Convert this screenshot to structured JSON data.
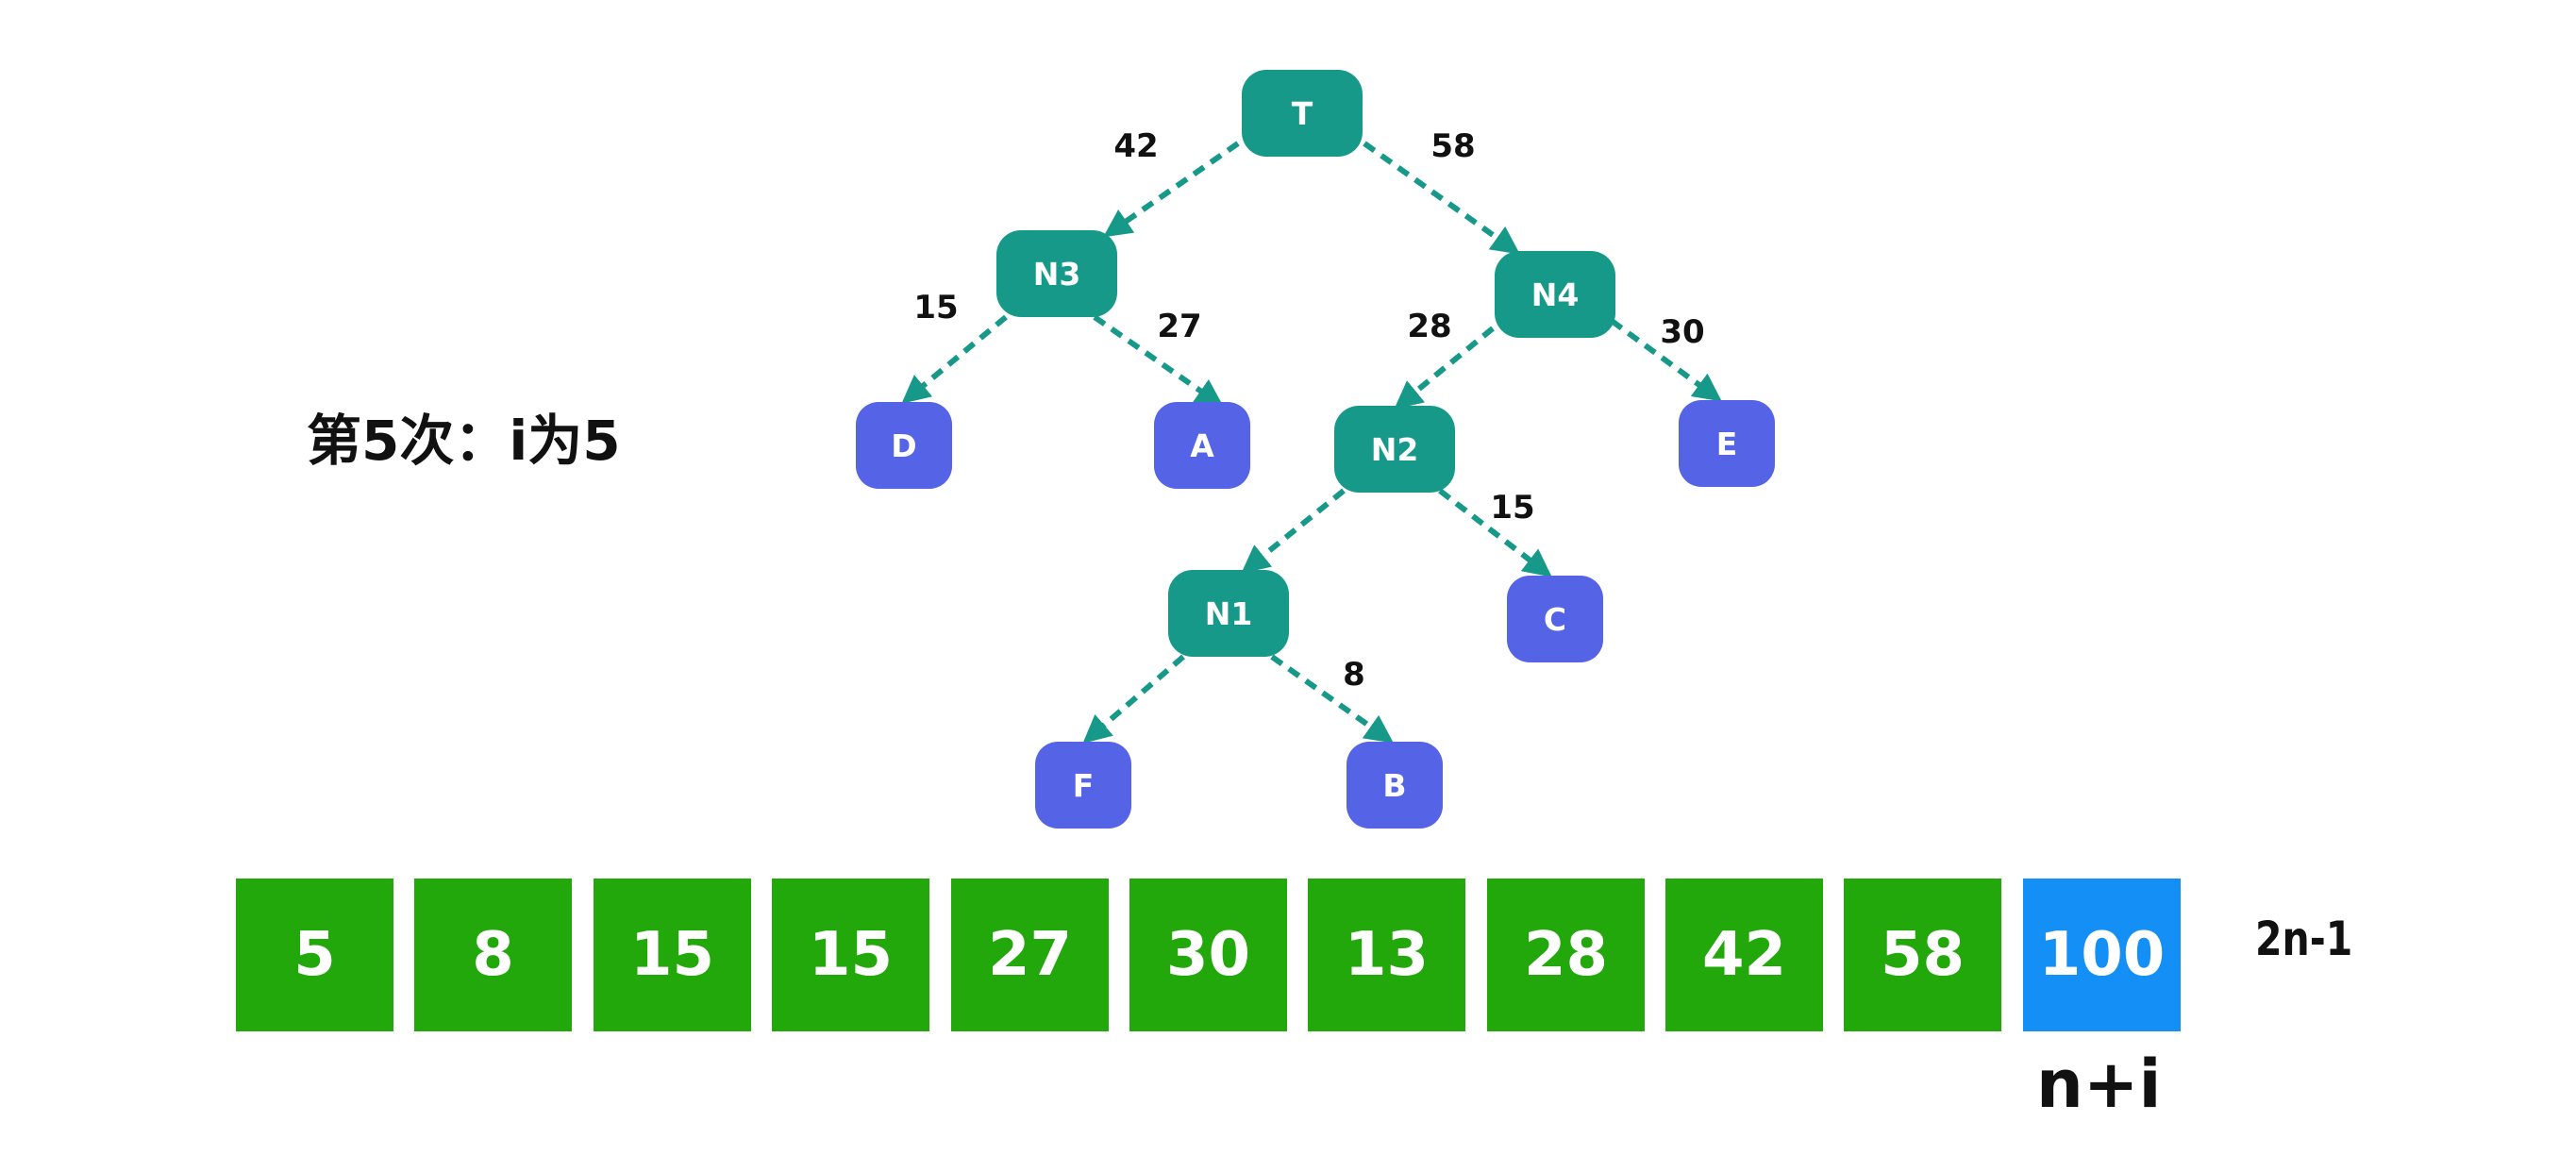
{
  "caption": "第5次：i为5",
  "colors": {
    "internal_node": "#17998a",
    "leaf_node": "#5563e6",
    "edge": "#17998a",
    "array_cell": "#22a80b",
    "array_cell_highlight": "#138ff5",
    "text_dark": "#111111"
  },
  "tree": {
    "nodes": [
      {
        "id": "T",
        "label": "T",
        "kind": "internal"
      },
      {
        "id": "N3",
        "label": "N3",
        "kind": "internal"
      },
      {
        "id": "N4",
        "label": "N4",
        "kind": "internal"
      },
      {
        "id": "N2",
        "label": "N2",
        "kind": "internal"
      },
      {
        "id": "N1",
        "label": "N1",
        "kind": "internal"
      },
      {
        "id": "D",
        "label": "D",
        "kind": "leaf"
      },
      {
        "id": "A",
        "label": "A",
        "kind": "leaf"
      },
      {
        "id": "E",
        "label": "E",
        "kind": "leaf"
      },
      {
        "id": "C",
        "label": "C",
        "kind": "leaf"
      },
      {
        "id": "F",
        "label": "F",
        "kind": "leaf"
      },
      {
        "id": "B",
        "label": "B",
        "kind": "leaf"
      }
    ],
    "edges": [
      {
        "from": "T",
        "to": "N3",
        "weight": "42"
      },
      {
        "from": "T",
        "to": "N4",
        "weight": "58"
      },
      {
        "from": "N3",
        "to": "D",
        "weight": "15"
      },
      {
        "from": "N3",
        "to": "A",
        "weight": "27"
      },
      {
        "from": "N4",
        "to": "N2",
        "weight": "28"
      },
      {
        "from": "N4",
        "to": "E",
        "weight": "30"
      },
      {
        "from": "N2",
        "to": "N1",
        "weight": ""
      },
      {
        "from": "N2",
        "to": "C",
        "weight": "15"
      },
      {
        "from": "N1",
        "to": "F",
        "weight": ""
      },
      {
        "from": "N1",
        "to": "B",
        "weight": "8"
      }
    ]
  },
  "array": {
    "values": [
      "5",
      "8",
      "15",
      "15",
      "27",
      "30",
      "13",
      "28",
      "42",
      "58",
      "100"
    ],
    "highlight_index": 10
  },
  "labels": {
    "end_label": "2n-1",
    "pointer_label": "n+i"
  }
}
